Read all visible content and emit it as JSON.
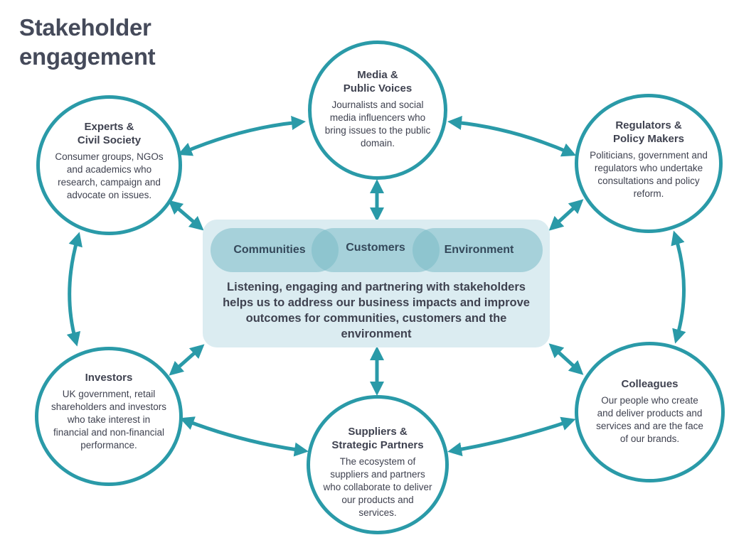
{
  "title": {
    "line1": "Stakeholder",
    "line2": "engagement"
  },
  "colors": {
    "accent": "#2a9aa8",
    "hub_background": "#dbecf1",
    "pill": "#7abbc7",
    "text": "#3f4250"
  },
  "hub": {
    "pills": [
      "Communities",
      "Customers",
      "Environment"
    ],
    "text": "Listening, engaging and partnering with stakeholders helps us to address our business impacts and improve outcomes for communities, customers and the environment"
  },
  "stakeholders": {
    "media": {
      "name_line1": "Media &",
      "name_line2": "Public Voices",
      "description": "Journalists and social media influencers who bring issues to the public domain."
    },
    "experts": {
      "name_line1": "Experts &",
      "name_line2": "Civil Society",
      "description": "Consumer groups, NGOs and academics who research, campaign and advocate on issues."
    },
    "regulators": {
      "name_line1": "Regulators &",
      "name_line2": "Policy Makers",
      "description": "Politicians, government and regulators who undertake consultations and policy reform."
    },
    "investors": {
      "name_line1": "Investors",
      "name_line2": "",
      "description": "UK government, retail shareholders and investors who take interest in financial and non-financial performance."
    },
    "suppliers": {
      "name_line1": "Suppliers &",
      "name_line2": "Strategic Partners",
      "description": "The ecosystem of suppliers and partners who collaborate to deliver our products and services."
    },
    "colleagues": {
      "name_line1": "Colleagues",
      "name_line2": "",
      "description": "Our people who create and deliver products and services and are the face of our brands."
    }
  }
}
